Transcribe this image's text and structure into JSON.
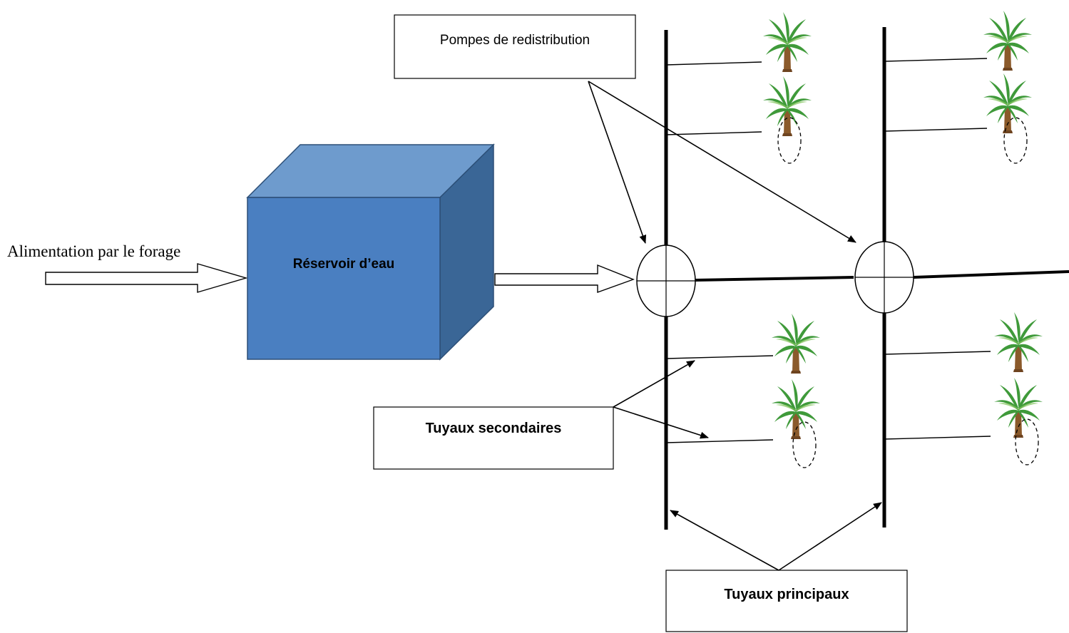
{
  "labels": {
    "feed": "Alimentation par le forage",
    "reservoir": "Réservoir d’eau",
    "pumps": "Pompes de redistribution",
    "secondary_pipes": "Tuyaux secondaires",
    "main_pipes": "Tuyaux principaux"
  },
  "colors": {
    "reservoir_front": "#4a7fc1",
    "reservoir_top": "#6e9bcd",
    "reservoir_side": "#3a6696",
    "reservoir_edge": "#2c4f77",
    "line": "#000000",
    "palm_leaf": "#3f9a3a",
    "palm_leaf_light": "#7fc25a",
    "palm_trunk": "#8b5a2b"
  },
  "icons": {
    "palm": "palm-tree-icon",
    "pump": "pump-icon"
  }
}
